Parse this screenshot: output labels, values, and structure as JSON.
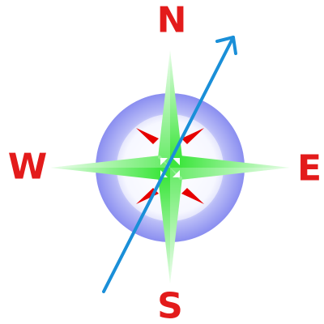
{
  "compass": {
    "directions": {
      "north": "N",
      "east": "E",
      "south": "S",
      "west": "W"
    },
    "heading_arrow": {
      "icon": "arrow-icon"
    }
  },
  "colors": {
    "letters": "#e31b1b",
    "ring_outer": "#8a8ef0",
    "ring_inner": "#e6e7fd",
    "star_green": "#4cf04c",
    "star_green_light": "#d8fcd8",
    "star_red": "#e60000",
    "arrow": "#1a8fd8"
  }
}
